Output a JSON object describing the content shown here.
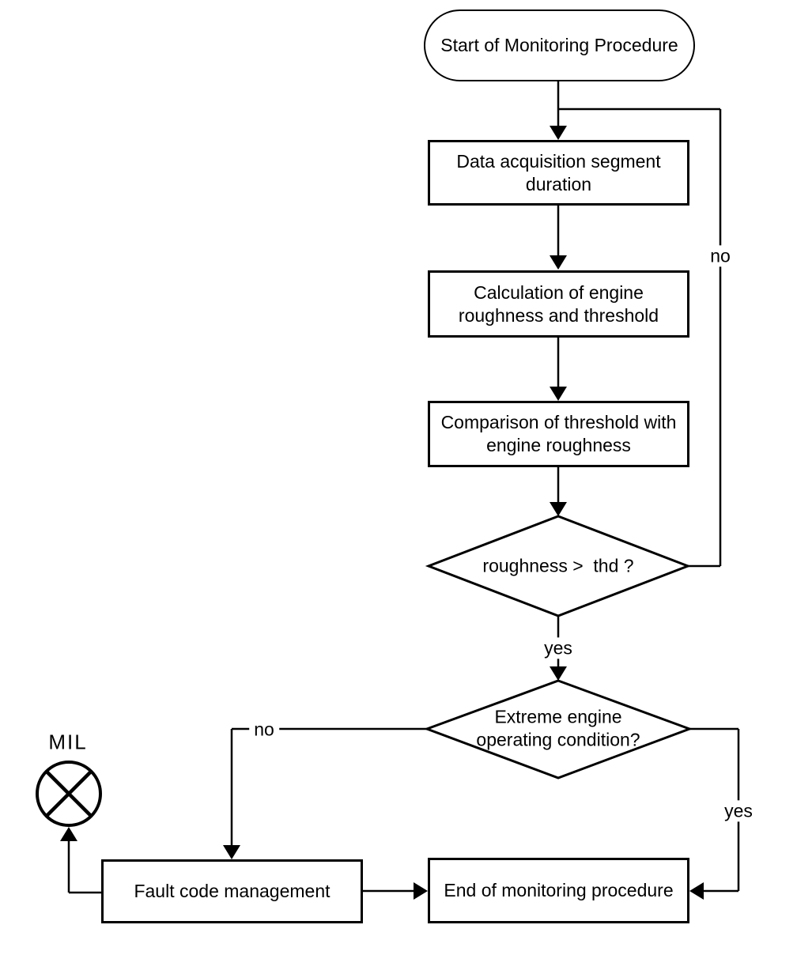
{
  "colors": {
    "ink": "#000000",
    "background": "#ffffff"
  },
  "nodes": {
    "start": {
      "label": "Start of Monitoring Procedure"
    },
    "data_acquisition": {
      "label": "Data acquisition segment\nduration"
    },
    "calculation": {
      "label": "Calculation of engine\nroughness and threshold"
    },
    "comparison": {
      "label": "Comparison of threshold with\nengine roughness"
    },
    "decision_roughness": {
      "label": "roughness >  thd ?"
    },
    "decision_extreme": {
      "label": "Extreme engine\noperating condition?"
    },
    "fault_code": {
      "label": "Fault code management"
    },
    "end": {
      "label": "End of monitoring procedure"
    },
    "mil": {
      "label": "MIL"
    }
  },
  "edge_labels": {
    "loop_no": "no",
    "roughness_yes": "yes",
    "extreme_no": "no",
    "extreme_yes": "yes"
  }
}
